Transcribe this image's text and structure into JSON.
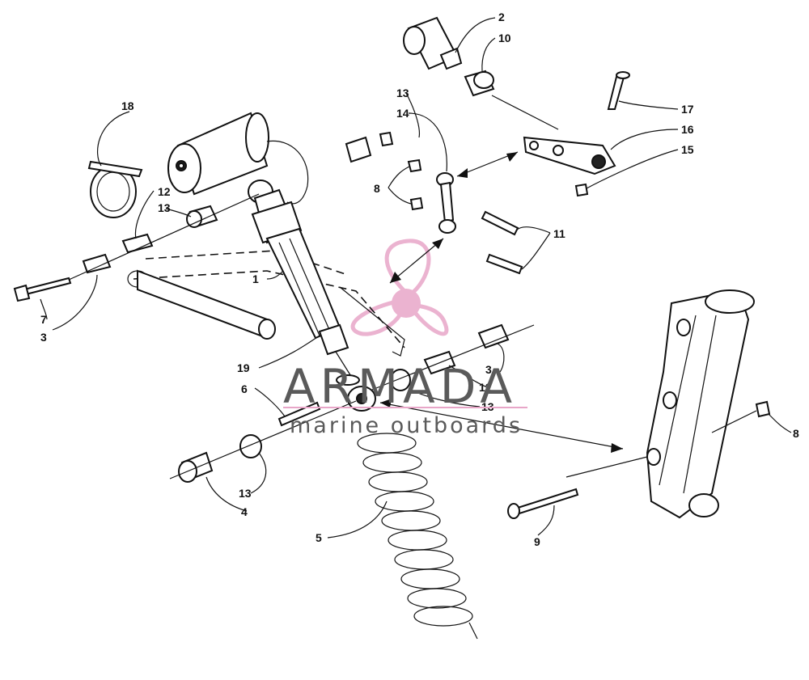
{
  "watermark": {
    "brand": "ARMADA",
    "tagline": "marine outboards",
    "accent_color": "#e8a6c8",
    "text_color": "#5a5a5a"
  },
  "callouts": [
    "1",
    "2",
    "3",
    "3",
    "3",
    "4",
    "5",
    "6",
    "7",
    "8",
    "8",
    "9",
    "10",
    "11",
    "12",
    "12",
    "12",
    "13",
    "13",
    "13",
    "13",
    "13",
    "14",
    "15",
    "16",
    "17",
    "18",
    "19"
  ]
}
